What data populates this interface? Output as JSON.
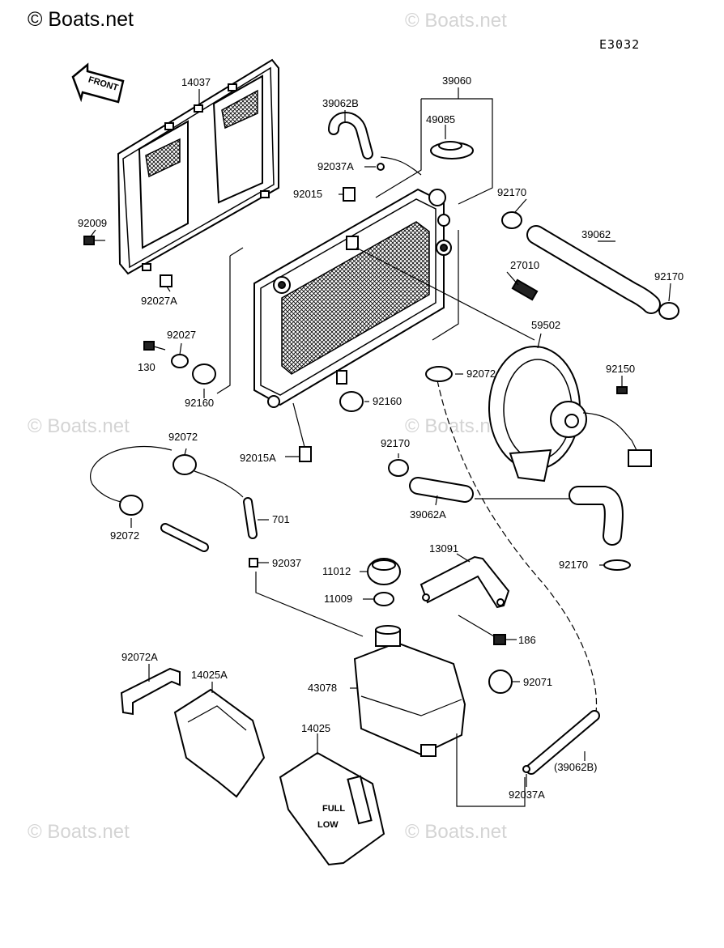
{
  "copyright": "© Boats.net",
  "watermarks": [
    "© Boats.net",
    "© Boats.net",
    "© Boats.net",
    "© Boats.net",
    "© Boats.net"
  ],
  "diagram_code": "E3032",
  "front_arrow": "FRONT",
  "tank_marks": {
    "full": "FULL",
    "low": "LOW"
  },
  "labels": {
    "p14037": "14037",
    "p39060": "39060",
    "p39062B": "39062B",
    "p49085": "49085",
    "p92037A_top": "92037A",
    "p92015": "92015",
    "p92170_a": "92170",
    "p39062": "39062",
    "p92170_b": "92170",
    "p92009": "92009",
    "p27010": "27010",
    "p92027A": "92027A",
    "p59502": "59502",
    "p92027": "92027",
    "p130": "130",
    "p92072_a": "92072",
    "p92150": "92150",
    "p92160_a": "92160",
    "p92160_b": "92160",
    "p92072_b": "92072",
    "p92015A": "92015A",
    "p92170_c": "92170",
    "p701": "701",
    "p39062A": "39062A",
    "p92072_c": "92072",
    "p92037": "92037",
    "p13091": "13091",
    "p92170_d": "92170",
    "p11012": "11012",
    "p11009": "11009",
    "p186": "186",
    "p92072A": "92072A",
    "p14025A": "14025A",
    "p43078": "43078",
    "p92071": "92071",
    "p14025": "14025",
    "p39062B_paren": "(39062B)",
    "p92037A_bot": "92037A"
  },
  "icons": [
    "front-arrow-icon"
  ]
}
